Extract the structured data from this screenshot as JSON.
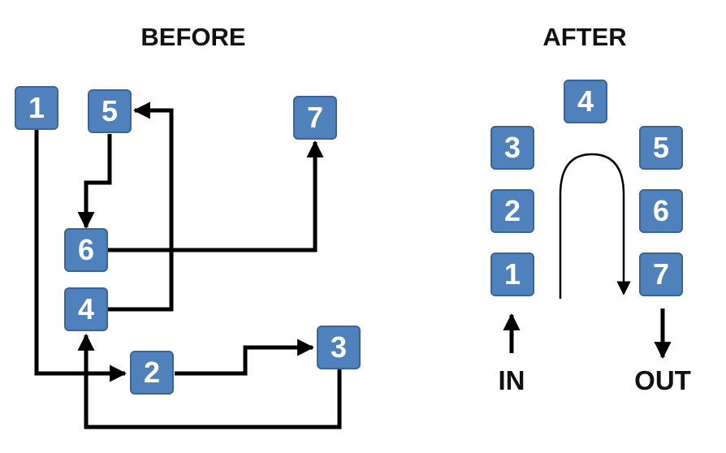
{
  "before": {
    "title": "BEFORE",
    "boxes": [
      "1",
      "5",
      "7",
      "6",
      "4",
      "2",
      "3"
    ]
  },
  "after": {
    "title": "AFTER",
    "boxes": [
      "4",
      "3",
      "5",
      "2",
      "6",
      "1",
      "7"
    ],
    "in_label": "IN",
    "out_label": "OUT"
  },
  "colors": {
    "box_fill": "#4f81bd",
    "box_border": "#3a6596",
    "line": "#000000"
  }
}
